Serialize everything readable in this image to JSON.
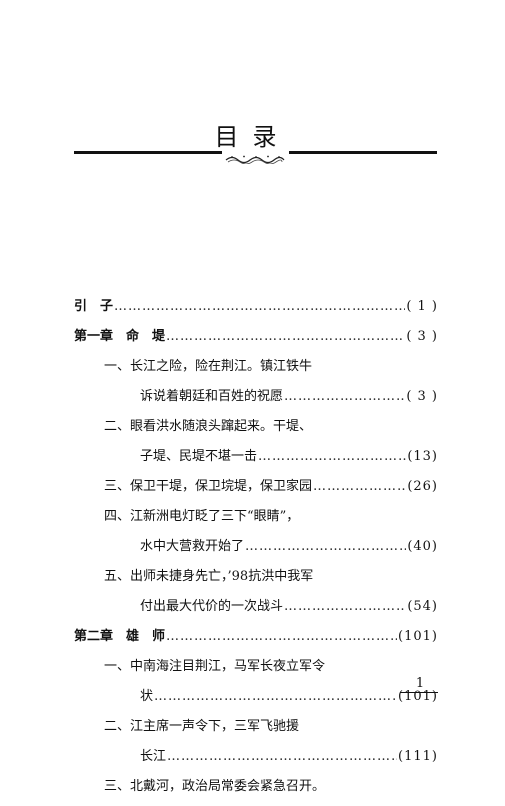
{
  "page_title": "目录",
  "toc": [
    {
      "kind": "chapter",
      "indent": 0,
      "num": "引　子",
      "text": "",
      "page": "( 1 )"
    },
    {
      "kind": "chapter",
      "indent": 0,
      "num": "第一章",
      "text": "　命　堤",
      "page": "( 3 )"
    },
    {
      "kind": "section",
      "indent": 1,
      "num": "一、",
      "text": "长江之险，险在荆江。镇江铁牛",
      "page": ""
    },
    {
      "kind": "section",
      "indent": 2,
      "num": "",
      "text": "诉说着朝廷和百姓的祝愿",
      "page": "( 3 )"
    },
    {
      "kind": "section",
      "indent": 1,
      "num": "二、",
      "text": "眼看洪水随浪头蹿起来。干堤、",
      "page": ""
    },
    {
      "kind": "section",
      "indent": 2,
      "num": "",
      "text": "子堤、民堤不堪一击",
      "page": "(13)"
    },
    {
      "kind": "section",
      "indent": 1,
      "num": "三、",
      "text": "保卫干堤，保卫垸堤，保卫家园",
      "page": "(26)"
    },
    {
      "kind": "section",
      "indent": 1,
      "num": "四、",
      "text": "江新洲电灯眨了三下“眼睛”，",
      "page": ""
    },
    {
      "kind": "section",
      "indent": 2,
      "num": "",
      "text": "水中大营救开始了",
      "page": "(40)"
    },
    {
      "kind": "section",
      "indent": 1,
      "num": "五、",
      "text": "出师未捷身先亡，’98抗洪中我军",
      "page": ""
    },
    {
      "kind": "section",
      "indent": 2,
      "num": "",
      "text": "付出最大代价的一次战斗",
      "page": "(54)"
    },
    {
      "kind": "chapter",
      "indent": 0,
      "num": "第二章",
      "text": "　雄　师",
      "page": "(101)"
    },
    {
      "kind": "section",
      "indent": 1,
      "num": "一、",
      "text": "中南海注目荆江，马军长夜立军令",
      "page": ""
    },
    {
      "kind": "section",
      "indent": 2,
      "num": "",
      "text": "状",
      "page": "(101)"
    },
    {
      "kind": "section",
      "indent": 1,
      "num": "二、",
      "text": "江主席一声令下，三军飞驰援",
      "page": ""
    },
    {
      "kind": "section",
      "indent": 2,
      "num": "",
      "text": "长江",
      "page": "(111)"
    },
    {
      "kind": "section",
      "indent": 1,
      "num": "三、",
      "text": "北戴河，政治局常委会紧急召开。",
      "page": ""
    }
  ],
  "folio": "1",
  "leader_glyph": "………………………………………………………………………………"
}
